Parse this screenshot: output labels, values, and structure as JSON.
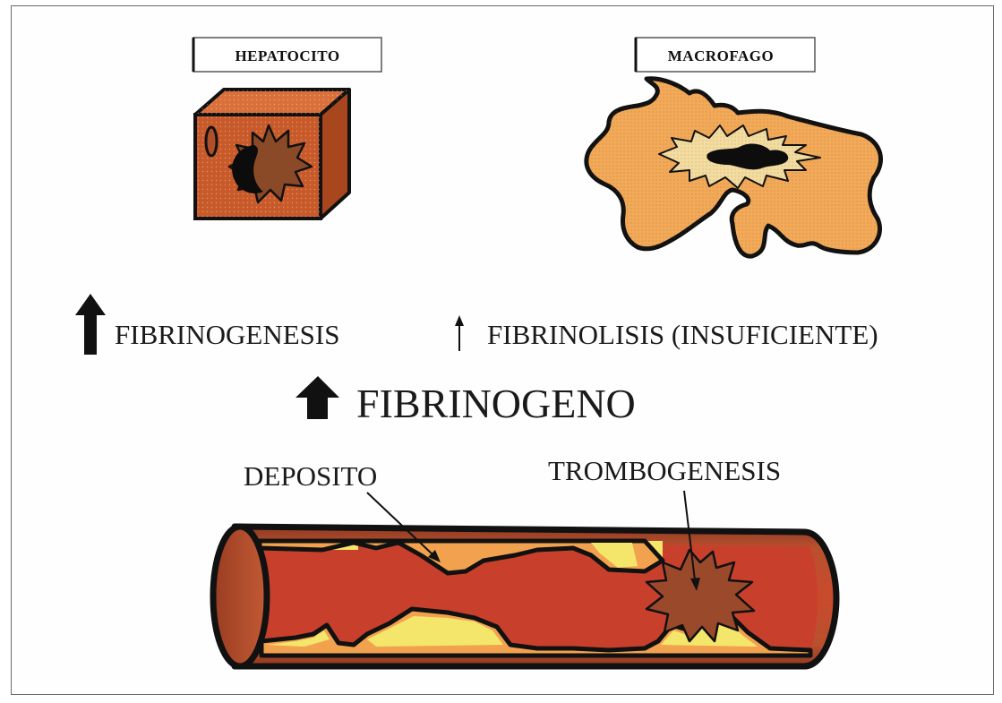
{
  "labels": {
    "hepatocyte": "HEPATOCITO",
    "macrophage": "MACROFAGO",
    "fibrinogenesis": "FIBRINOGENESIS",
    "fibrinolysis": "FIBRINOLISIS (INSUFICIENTE)",
    "fibrinogen": "FIBRINOGENO",
    "deposit": "DEPOSITO",
    "thrombogenesis": "TROMBOGENESIS"
  },
  "colors": {
    "hepatocyte_fill": "#c85a2a",
    "hepatocyte_side": "#a8461e",
    "hepatocyte_top": "#d9703a",
    "nucleus": "#8a4a28",
    "macrophage_fill": "#f2a958",
    "vessel_outer": "#a5482a",
    "vessel_lumen": "#c8402c",
    "deposit_fill": "#f2a24e",
    "deposit_yellow": "#f3e66a",
    "thrombus": "#9a4a2a",
    "outline": "#111111"
  },
  "icons": {
    "arrow_large": "up-arrow-icon",
    "arrow_small": "thin-up-arrow-icon"
  }
}
